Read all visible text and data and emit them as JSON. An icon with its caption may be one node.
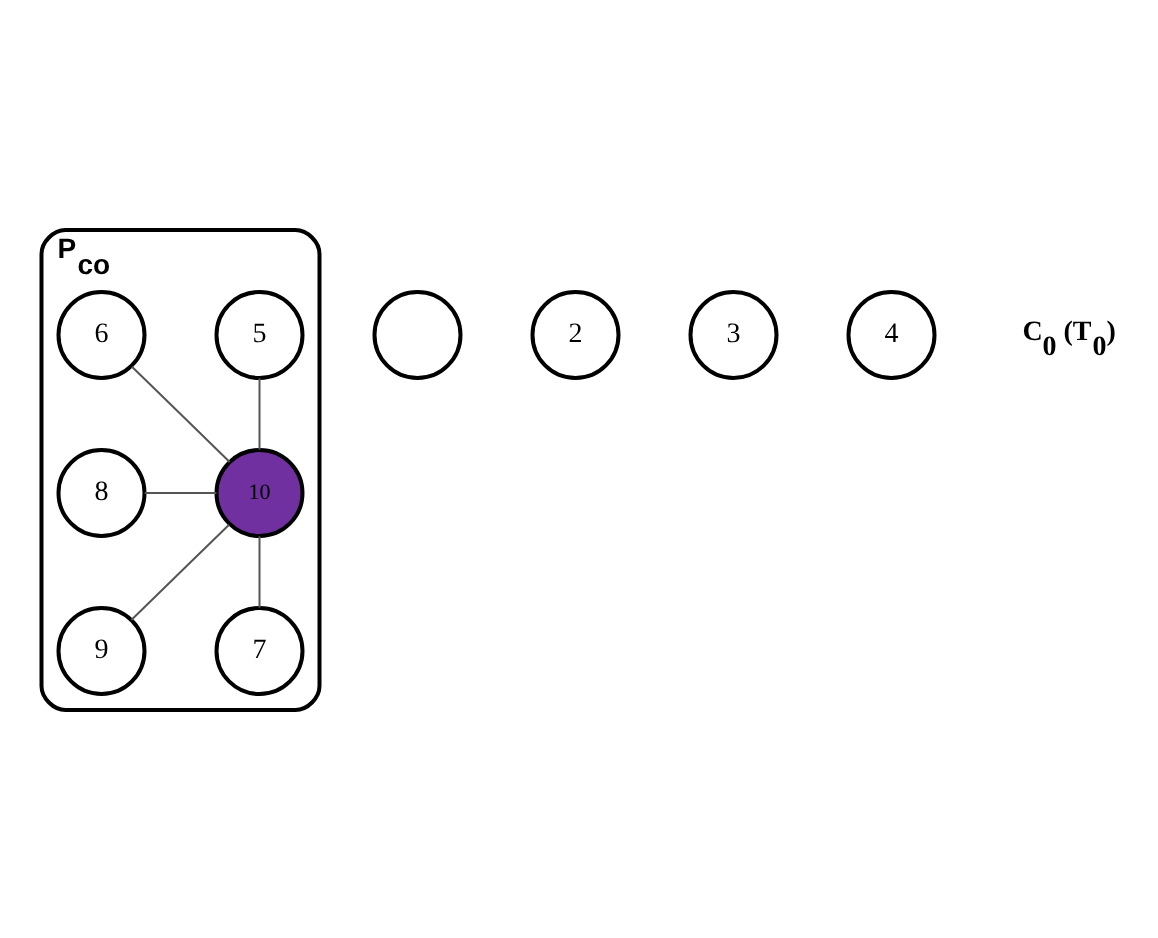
{
  "diagram": {
    "nodes": [
      {
        "text": [
          "P$_{co}$"
        ]
      },
      {
        "text": [
          "5"
        ],
        "in": 0
      },
      {
        "text": [
          "6"
        ],
        "in": 0
      },
      {
        "text": [],
        "shape": "circle"
      },
      {
        "text": [
          "8"
        ],
        "in": 0
      },
      {
        "text": [
          "10"
        ],
        "in": 0
      },
      {
        "text": [
          "9"
        ],
        "in": 0
      },
      {
        "text": [
          "2"
        ]
      },
      {
        "text": [
          "3"
        ]
      },
      {
        "text": [
          "7"
        ],
        "in": 0
      },
      {
        "text": [
          "4"
        ]
      }
    ],
    "edges": [
      {
        "from": 1,
        "to": 5,
        "arrow": "none"
      },
      {
        "from": 2,
        "to": 5,
        "arrow": "none"
      },
      {
        "from": 4,
        "to": 5,
        "arrow": "none"
      },
      {
        "from": 5,
        "to": 6,
        "arrow": "none"
      },
      {
        "from": 5,
        "to": 9,
        "arrow": "none"
      }
    ],
    "labels": [
      "C$_{0}$ (T$_{0}$)"
    ]
  }
}
